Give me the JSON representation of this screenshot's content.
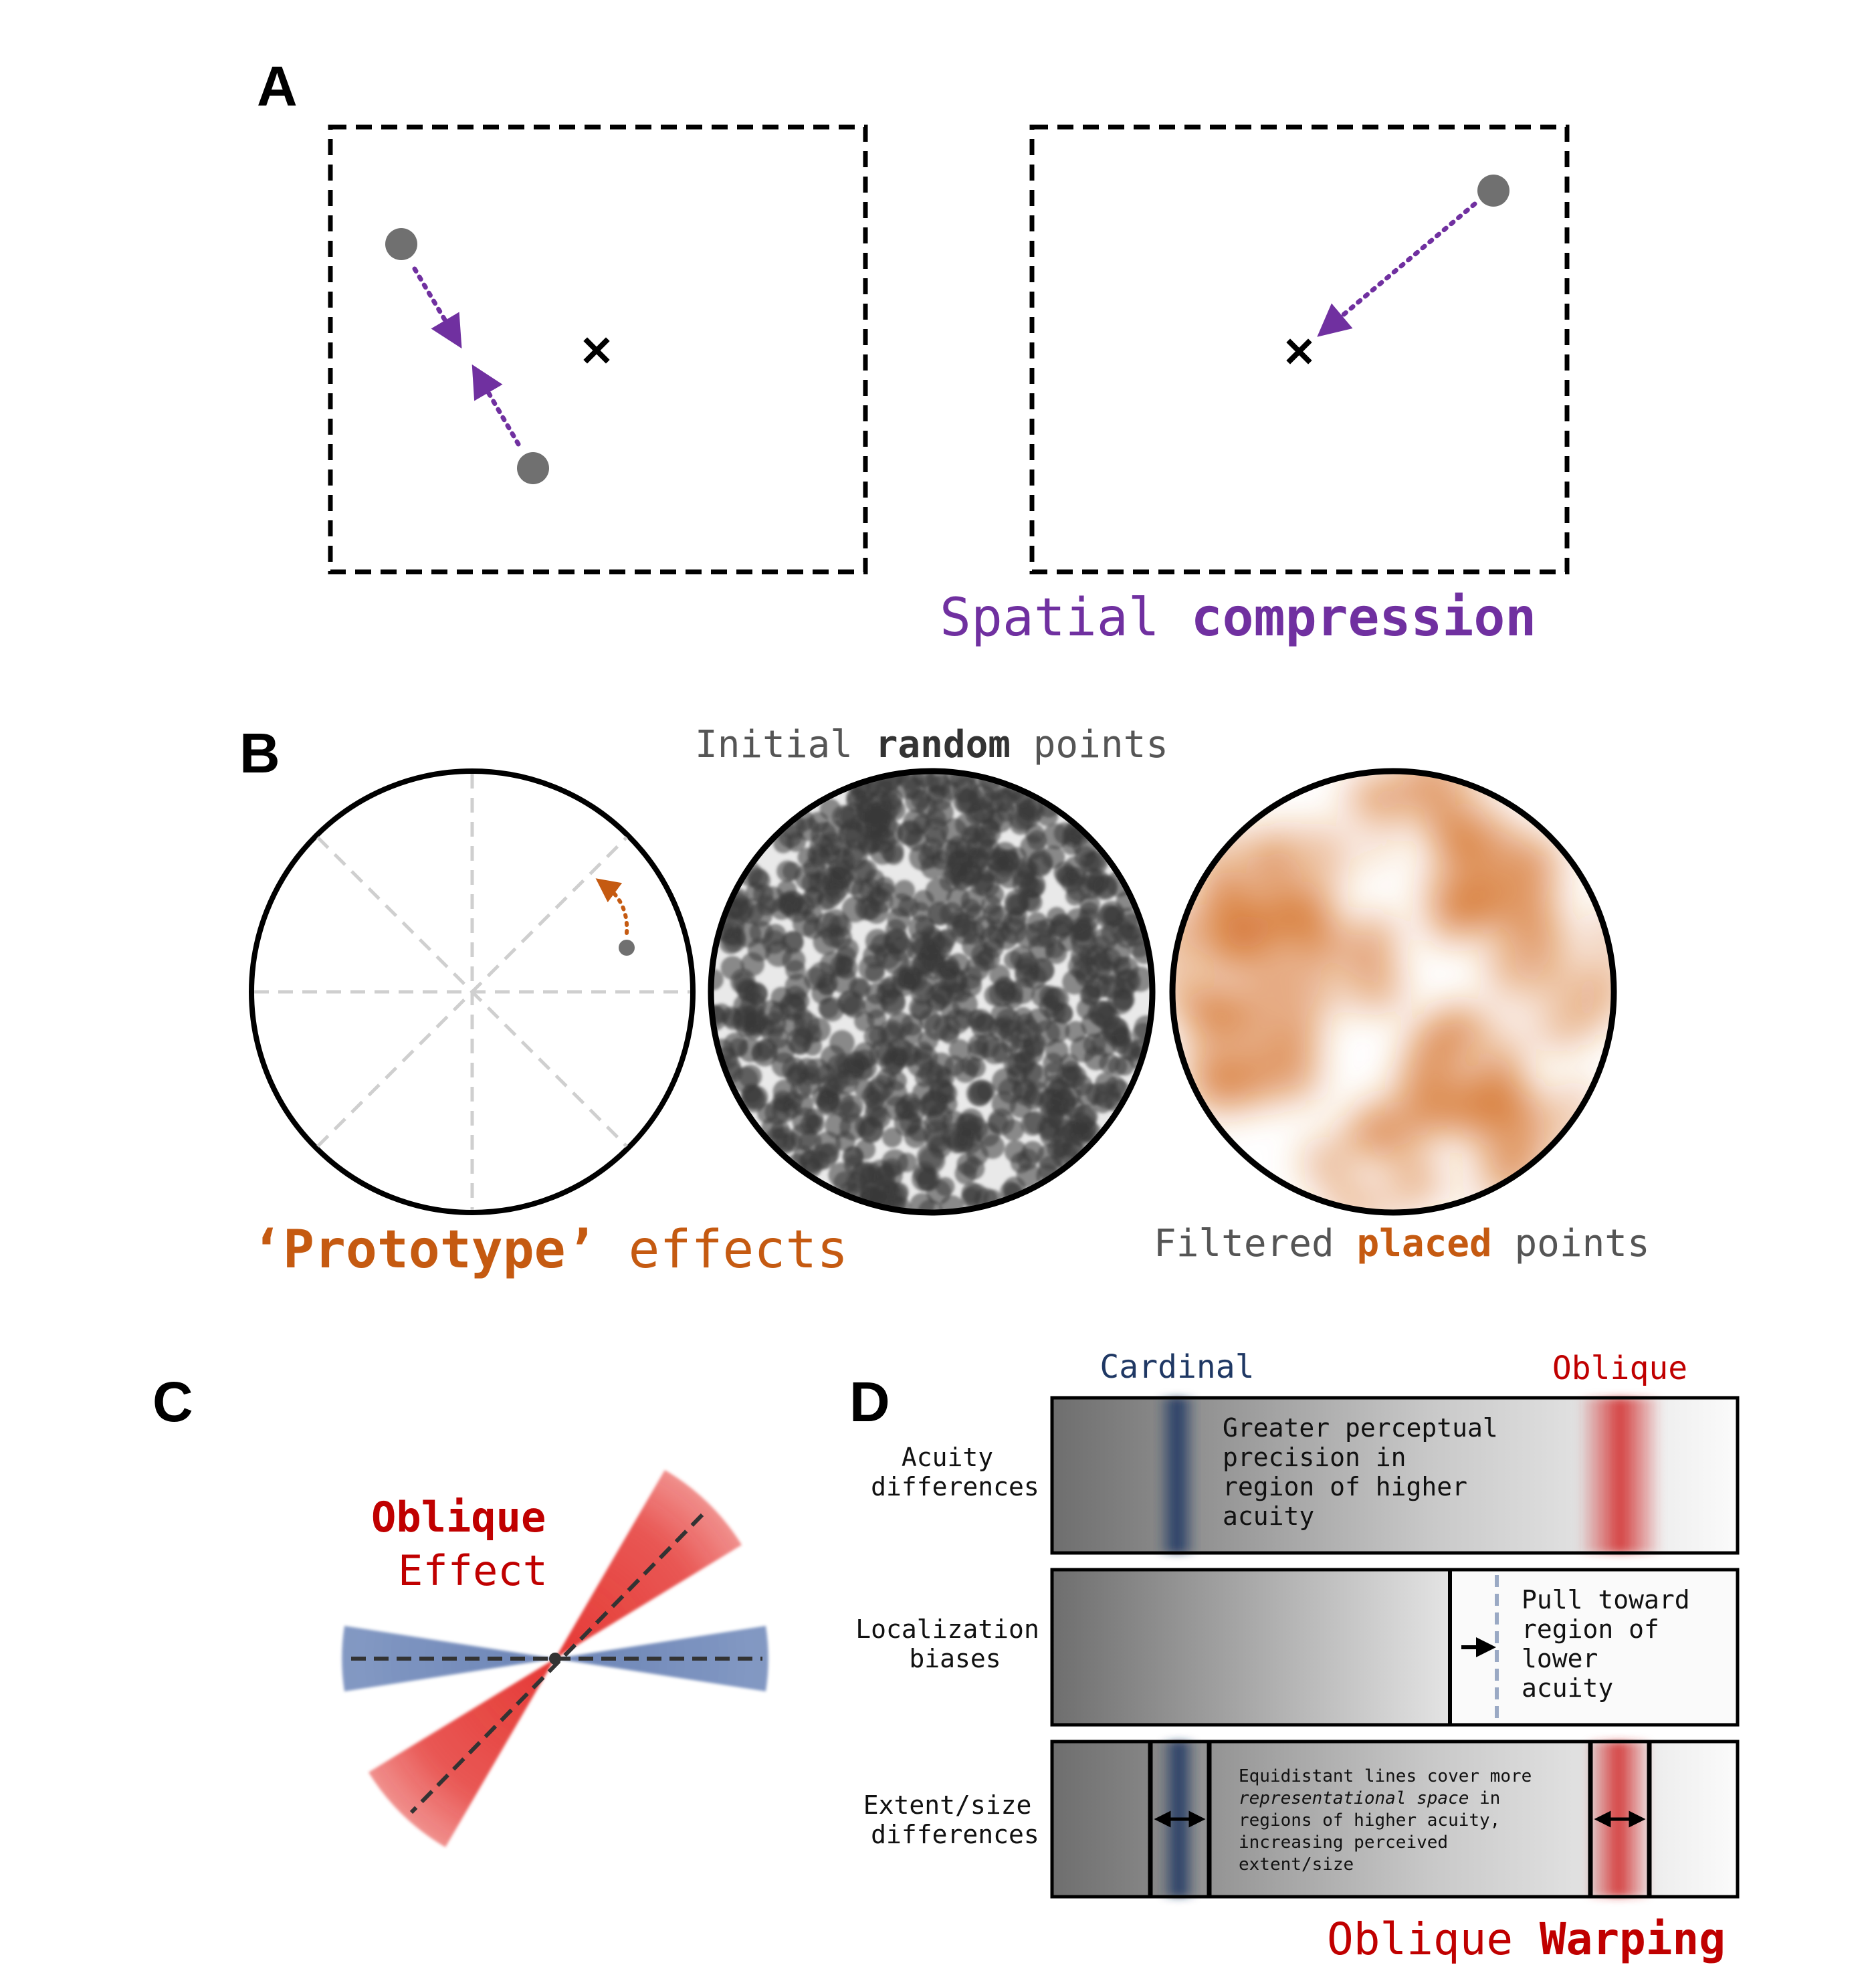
{
  "panel_a": {
    "letter": "A",
    "caption_normal": "Spatial ",
    "caption_bold": "compression",
    "caption_color": "#7030a0"
  },
  "panel_b": {
    "letter": "B",
    "top_normal_1": "Initial ",
    "top_bold": "random",
    "top_normal_2": " points",
    "bottom_left_quote_open": "‘",
    "bottom_left_bold": "Prototype",
    "bottom_left_quote_close": "’",
    "bottom_left_rest": " effects",
    "bottom_right_normal_1": "Filtered ",
    "bottom_right_bold": "placed",
    "bottom_right_normal_2": " points",
    "accent_color": "#c55a11",
    "gray_color": "#555555"
  },
  "panel_c": {
    "letter": "C",
    "title_bold": "Oblique",
    "title_normal": "Effect",
    "oblique_color": "#c00000",
    "cardinal_color": "#2f4f8f"
  },
  "panel_d": {
    "letter": "D",
    "header_cardinal": "Cardinal",
    "header_oblique": "Oblique",
    "row1_label_1": "Acuity",
    "row1_label_2": "differences",
    "row1_text": [
      "Greater perceptual",
      "precision in",
      "region of higher",
      "acuity"
    ],
    "row2_label_1": "Localization",
    "row2_label_2": "biases",
    "row2_text": [
      "Pull toward",
      "region of",
      "lower",
      "acuity"
    ],
    "row3_label_1": "Extent/size",
    "row3_label_2": "differences",
    "row3_text_1": "Equidistant lines cover more",
    "row3_text_2_italic": "representational space",
    "row3_text_2_rest": " in",
    "row3_text_3": "regions of higher acuity,",
    "row3_text_4": "increasing perceived",
    "row3_text_5": "extent/size",
    "caption_normal": "Oblique ",
    "caption_bold": "Warping",
    "caption_color": "#c00000",
    "cardinal_color": "#1f3864",
    "oblique_color": "#c00000"
  }
}
